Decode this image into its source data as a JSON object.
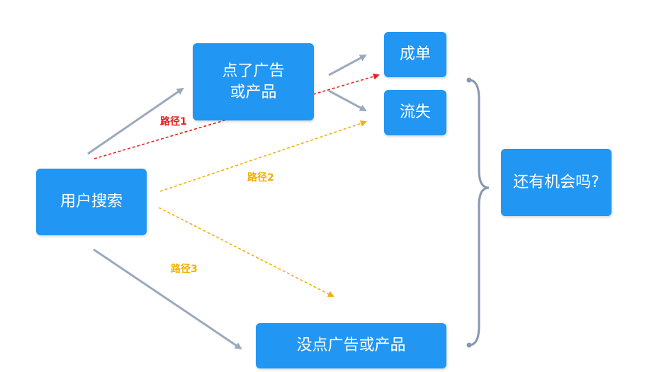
{
  "nodes": {
    "user_search": "用户搜索",
    "clicked_ad_line1": "点了广告",
    "clicked_ad_line2": "或产品",
    "order": "成单",
    "lost": "流失",
    "not_clicked": "没点广告或产品",
    "any_chance": "还有机会吗?"
  },
  "path_labels": {
    "path1": "路径1",
    "path2": "路径2",
    "path3": "路径3"
  },
  "colors": {
    "node_fill": "#2196F3",
    "solid_arrow": "#9BA9BF",
    "path1": "#E8201E",
    "path2": "#F2B100",
    "path3": "#F2B100",
    "brace": "#8797B1"
  }
}
